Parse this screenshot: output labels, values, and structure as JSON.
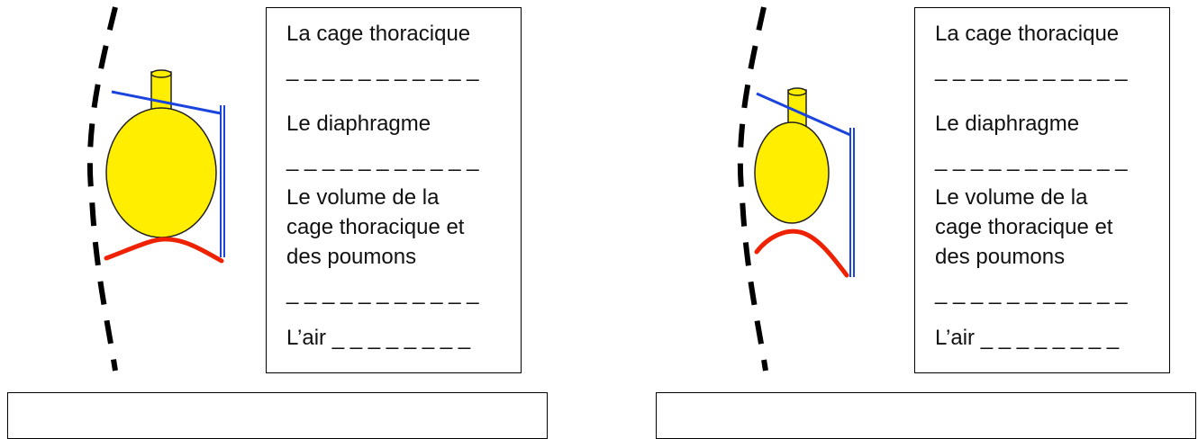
{
  "colors": {
    "lung_fill": "#ffee00",
    "rib_line": "#1a44dd",
    "sternum_line": "#1a44dd",
    "diaphragm_line": "#ee2200",
    "body_outline": "#000000"
  },
  "icons": [
    "lungs-icon",
    "trachea-icon",
    "rib-cage-icon",
    "diaphragm-icon"
  ],
  "left_panel": {
    "cage_label": "La cage thoracique",
    "cage_blank": "_ _ _ _ _ _ _ _ _ _ _",
    "diaphragm_label": "Le diaphragme",
    "diaphragm_blank": "_ _ _ _ _ _ _ _ _ _ _",
    "volume_line1": "Le volume de la",
    "volume_line2": "cage thoracique et",
    "volume_line3": "des poumons",
    "volume_blank": "_ _ _ _ _ _ _ _ _ _ _",
    "air_label": "L’air _ _ _ _ _ _ _ _"
  },
  "right_panel": {
    "cage_label": "La cage thoracique",
    "cage_blank": "_ _ _ _ _ _ _ _ _ _ _",
    "diaphragm_label": "Le diaphragme",
    "diaphragm_blank": "_ _ _ _ _ _ _ _ _ _ _",
    "volume_line1": "Le volume de la",
    "volume_line2": "cage thoracique et",
    "volume_line3": "des poumons",
    "volume_blank": "_ _ _ _ _ _ _ _ _ _ _",
    "air_label": "L’air _ _ _ _ _ _ _ _"
  },
  "answer_boxes": {
    "left": "",
    "right": ""
  }
}
